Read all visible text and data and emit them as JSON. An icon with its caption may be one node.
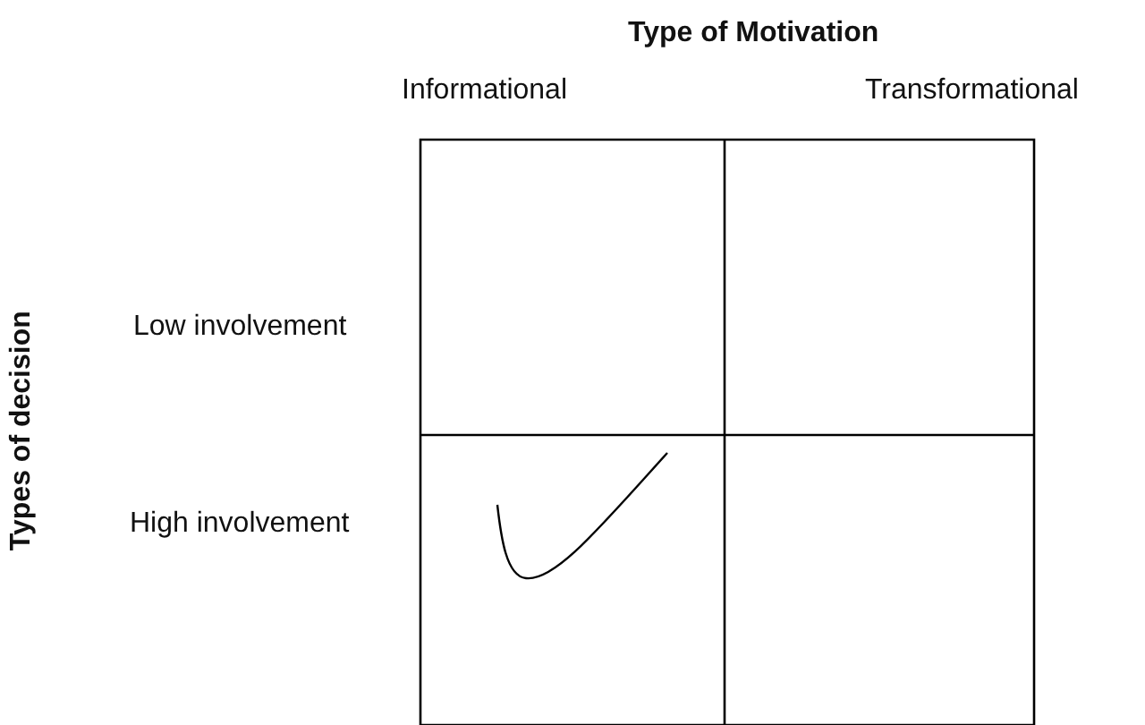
{
  "diagram": {
    "labels": [
      "Type of Motivation",
      "Informational",
      "Transformational",
      "Types of decision",
      "Low involvement",
      "High involvement"
    ]
  }
}
